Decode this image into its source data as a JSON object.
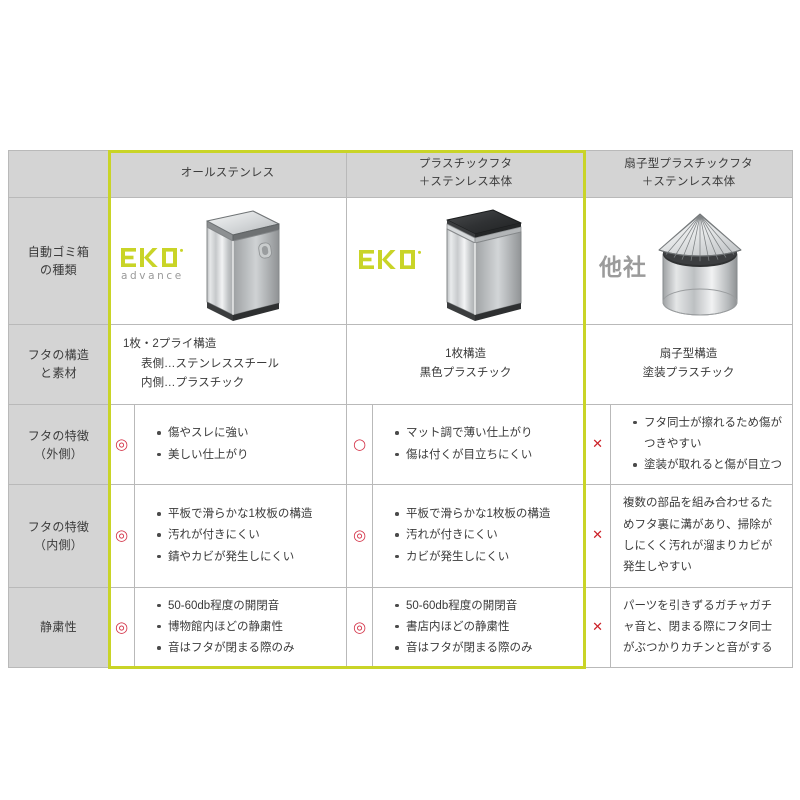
{
  "theme": {
    "highlight_color": "#c9d427",
    "brand_green": "#c9d427",
    "header_bg": "#d4d4d4",
    "mark_red": "#d4354a",
    "x_red": "#cc2128",
    "text": "#3a3a3a"
  },
  "columns": {
    "row_label_header": "",
    "col1_header": "オールステンレス",
    "col2_header_line1": "プラスチックフタ",
    "col2_header_line2": "＋ステンレス本体",
    "col3_header_line1": "扇子型プラスチックフタ",
    "col3_header_line2": "＋ステンレス本体"
  },
  "brands": {
    "col1_logo": "EKO",
    "col1_logo_sub": "advance",
    "col2_logo": "EKO",
    "col3_logo": "他社"
  },
  "icons": {
    "col1_product": "stainless-bin-icon",
    "col2_product": "black-lid-bin-icon",
    "col3_product": "fan-lid-bin-icon"
  },
  "rows": [
    {
      "label_line1": "自動ゴミ箱",
      "label_line2": "の種類"
    },
    {
      "label_line1": "フタの構造",
      "label_line2": "と素材",
      "col1": {
        "line1": "1枚・2プライ構造",
        "line2": "表側…ステンレススチール",
        "line3": "内側…プラスチック"
      },
      "col2": {
        "line1": "1枚構造",
        "line2": "黒色プラスチック"
      },
      "col3": {
        "line1": "扇子型構造",
        "line2": "塗装プラスチック"
      }
    },
    {
      "label_line1": "フタの特徴",
      "label_line2": "（外側）",
      "col1": {
        "mark": "◎",
        "mark_name": "double-circle-mark",
        "bullets": [
          "傷やスレに強い",
          "美しい仕上がり"
        ]
      },
      "col2": {
        "mark": "○",
        "mark_name": "circle-mark",
        "bullets": [
          "マット調で薄い仕上がり",
          "傷は付くが目立ちにくい"
        ]
      },
      "col3": {
        "mark": "✕",
        "mark_name": "cross-mark",
        "bullets": [
          "フタ同士が擦れるため傷がつきやすい",
          "塗装が取れると傷が目立つ"
        ]
      }
    },
    {
      "label_line1": "フタの特徴",
      "label_line2": "（内側）",
      "col1": {
        "mark": "◎",
        "mark_name": "double-circle-mark",
        "bullets": [
          "平板で滑らかな1枚板の構造",
          "汚れが付きにくい",
          "錆やカビが発生しにくい"
        ]
      },
      "col2": {
        "mark": "◎",
        "mark_name": "double-circle-mark",
        "bullets": [
          "平板で滑らかな1枚板の構造",
          "汚れが付きにくい",
          "カビが発生しにくい"
        ]
      },
      "col3": {
        "mark": "✕",
        "mark_name": "cross-mark",
        "paragraph": "複数の部品を組み合わせるためフタ裏に溝があり、掃除がしにくく汚れが溜まりカビが発生しやすい"
      }
    },
    {
      "label_line1": "静粛性",
      "label_line2": "",
      "col1": {
        "mark": "◎",
        "mark_name": "double-circle-mark",
        "bullets": [
          "50-60db程度の開閉音",
          "博物館内ほどの静粛性",
          "音はフタが閉まる際のみ"
        ]
      },
      "col2": {
        "mark": "◎",
        "mark_name": "double-circle-mark",
        "bullets": [
          "50-60db程度の開閉音",
          "書店内ほどの静粛性",
          "音はフタが閉まる際のみ"
        ]
      },
      "col3": {
        "mark": "✕",
        "mark_name": "cross-mark",
        "paragraph": "パーツを引きずるガチャガチャ音と、閉まる際にフタ同士がぶつかりカチンと音がする"
      }
    }
  ]
}
